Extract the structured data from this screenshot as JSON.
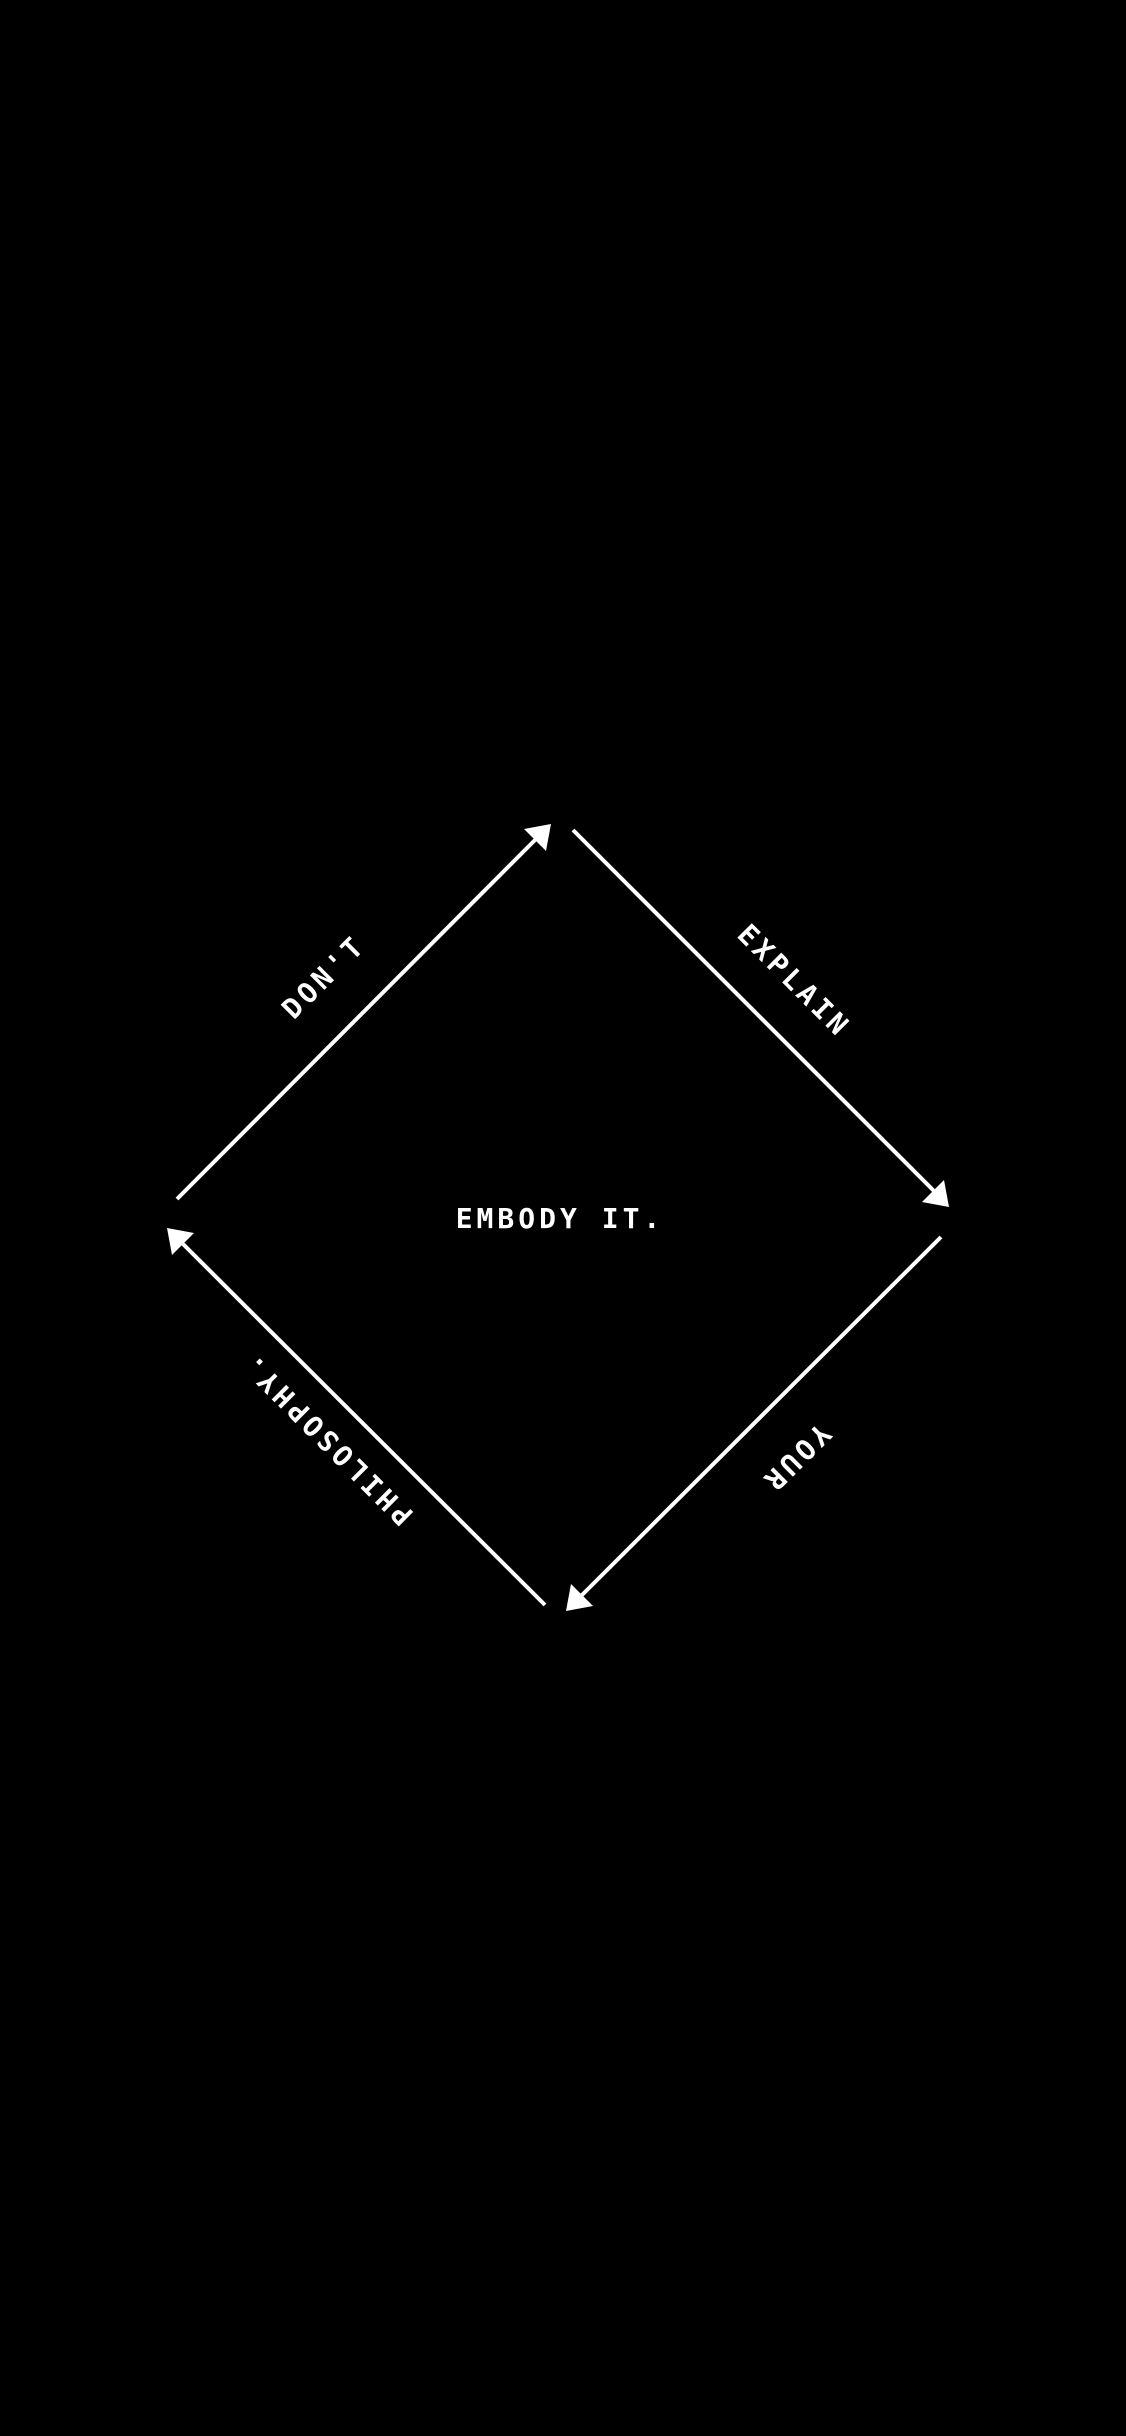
{
  "background_color": "#000000",
  "foreground_color": "#ffffff",
  "center_text": "EMBODY IT.",
  "edges": [
    {
      "label": "DON'T"
    },
    {
      "label": "EXPLAIN"
    },
    {
      "label": "YOUR"
    },
    {
      "label": "PHILOSOPHY."
    }
  ]
}
